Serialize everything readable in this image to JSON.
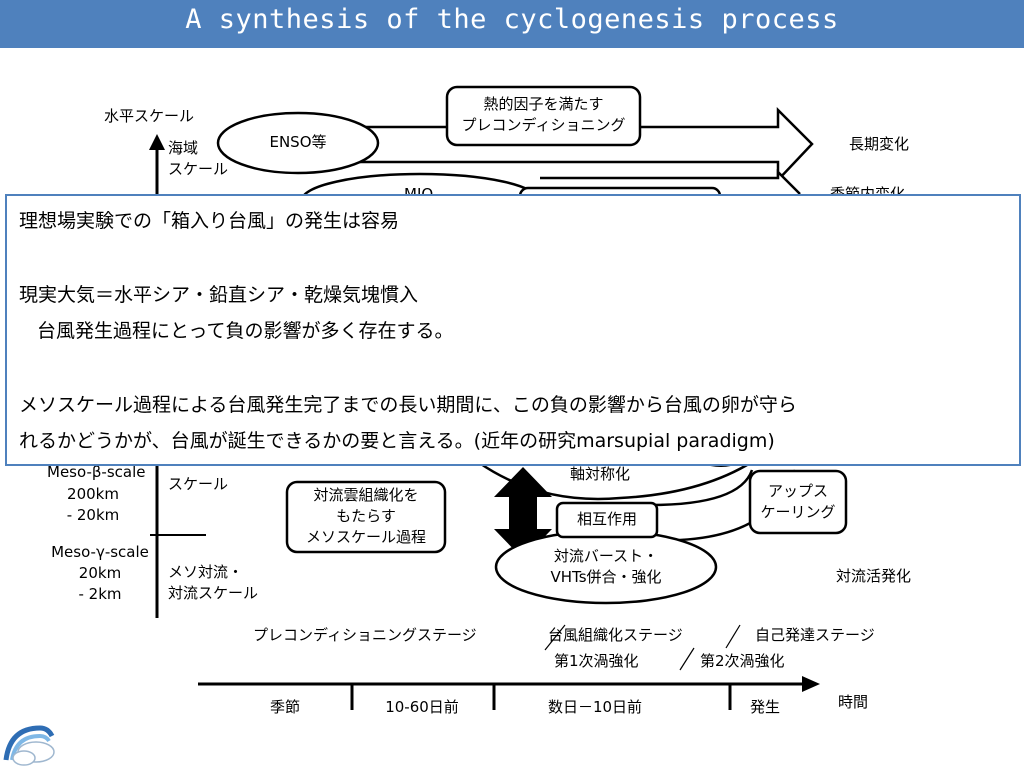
{
  "title": "A synthesis of the cyclogenesis process",
  "colors": {
    "title_bar": "#4f81bd",
    "overlay_border": "#4f81bd",
    "line": "#000000"
  },
  "icons": {
    "logo": "rainbow-cloud-logo"
  },
  "diagram": {
    "y_axis_title": "水平スケール",
    "x_axis_title": "時間",
    "scales": {
      "basin": [
        "海域",
        "スケール"
      ],
      "meso_beta_partial": "Meso-β-scale",
      "meso_beta_range": [
        "200km",
        "- 20km"
      ],
      "meso_beta_right": "スケール",
      "meso_gamma": [
        "Meso-γ-scale",
        "20km",
        "- 2km"
      ],
      "meso_conv": [
        "メソ対流・",
        "対流スケール"
      ]
    },
    "nodes": {
      "enso": "ENSO等",
      "thermal": [
        "熱的因子を満たす",
        "プレコンディショニング"
      ],
      "long_term": "長期変化",
      "mjo_partial": "MJO",
      "seasonal_partial": "季節内変化",
      "axisym": "軸対称化",
      "interaction": "相互作用",
      "upscale": [
        "アップス",
        "ケーリング"
      ],
      "meso_process": [
        "対流雲組織化を",
        "もたらす",
        "メソスケール過程"
      ],
      "burst": [
        "対流バースト・",
        "VHTs併合・強化"
      ],
      "conv_active": "対流活発化"
    },
    "stages": {
      "pre": "プレコンディショニングステージ",
      "org": "台風組織化ステージ",
      "self": "自己発達ステージ",
      "first": "第1次渦強化",
      "second": "第2次渦強化"
    },
    "timeline": [
      "季節",
      "10-60日前",
      "数日－10日前",
      "発生"
    ]
  },
  "overlay": {
    "line1": "理想場実験での「箱入り台風」の発生は容易",
    "line2": "現実大気＝水平シア・鉛直シア・乾燥気塊慣入",
    "line3": "台風発生過程にとって負の影響が多く存在する。",
    "line4": "メソスケール過程による台風発生完了までの長い期間に、この負の影響から台風の卵が守ら",
    "line5": "れるかどうかが、台風が誕生できるかの要と言える。(近年の研究marsupial paradigm)"
  }
}
